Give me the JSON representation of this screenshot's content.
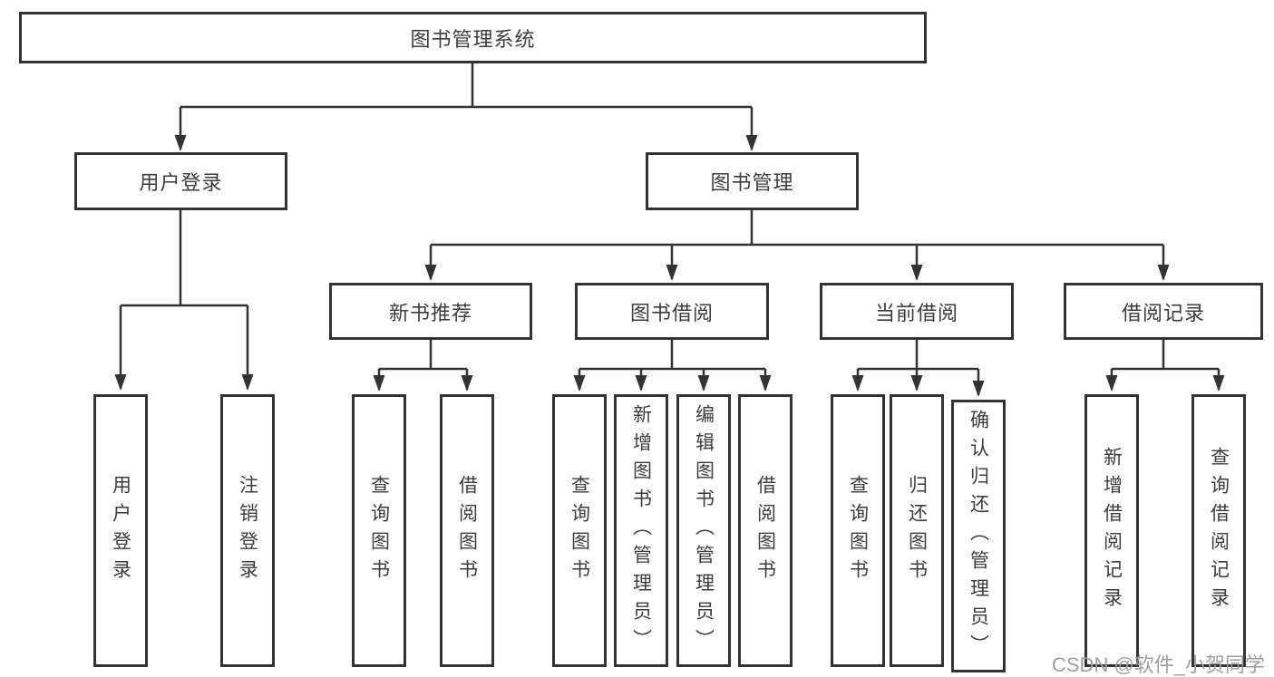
{
  "diagram": {
    "root": {
      "label": "图书管理系统"
    },
    "branches": {
      "user_login": {
        "label": "用户登录",
        "children": [
          {
            "label": "用户登录"
          },
          {
            "label": "注销登录"
          }
        ]
      },
      "book_management": {
        "label": "图书管理",
        "sections": [
          {
            "label": "新书推荐",
            "children": [
              {
                "label": "查询图书"
              },
              {
                "label": "借阅图书"
              }
            ]
          },
          {
            "label": "图书借阅",
            "children": [
              {
                "label": "查询图书"
              },
              {
                "label": "新增图书（管理员）"
              },
              {
                "label": "编辑图书（管理员）"
              },
              {
                "label": "借阅图书"
              }
            ]
          },
          {
            "label": "当前借阅",
            "children": [
              {
                "label": "查询图书"
              },
              {
                "label": "归还图书"
              },
              {
                "label": "确认归还（管理员）"
              }
            ]
          },
          {
            "label": "借阅记录",
            "children": [
              {
                "label": "新增借阅记录"
              },
              {
                "label": "查询借阅记录"
              }
            ]
          }
        ]
      }
    },
    "colors": {
      "line": "#333333",
      "text": "#3d3d3d",
      "background": "#ffffff",
      "watermark": "#9e9e9e"
    }
  },
  "watermark": {
    "text": "CSDN @软件_小贺同学"
  }
}
